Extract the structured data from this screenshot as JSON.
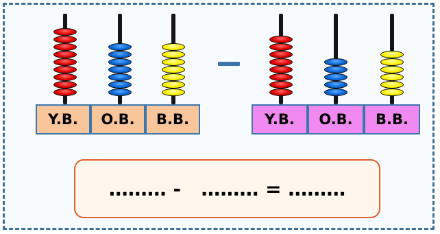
{
  "left_abacus": {
    "labels": [
      "Y.B.",
      "O.B.",
      "B.B."
    ],
    "beads": [
      {
        "color": "red",
        "count": 9
      },
      {
        "color": "blue",
        "count": 7
      },
      {
        "color": "yellow",
        "count": 7
      }
    ],
    "label_bg": "#f9c59b"
  },
  "operator": "–",
  "right_abacus": {
    "labels": [
      "Y.B.",
      "O.B.",
      "B.B."
    ],
    "beads": [
      {
        "color": "red",
        "count": 8
      },
      {
        "color": "blue",
        "count": 5
      },
      {
        "color": "yellow",
        "count": 6
      }
    ],
    "label_bg": "#f08af0"
  },
  "equation": {
    "text": "……… -   ……… = ………"
  },
  "colors": {
    "frame_border": "#3f6f95",
    "answer_border": "#e0612c"
  }
}
